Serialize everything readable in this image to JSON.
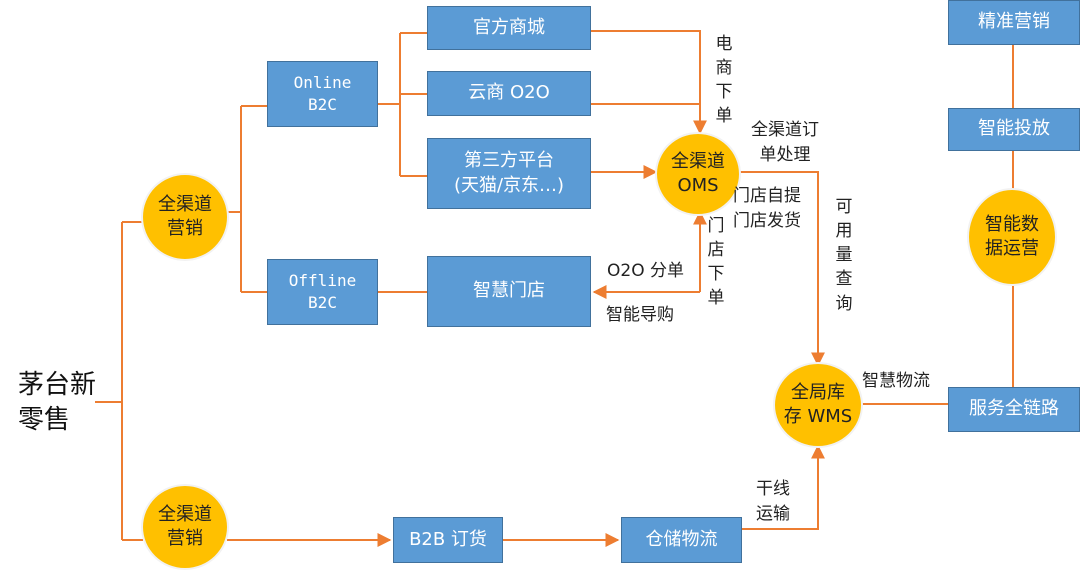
{
  "root": "茅台新\n零售",
  "nodes": {
    "channel_top": "全渠道\n营销",
    "channel_bottom": "全渠道\n营销",
    "online_b2c": "Online\nB2C",
    "offline_b2c": "Offline\nB2C",
    "official_mall": "官方商城",
    "cloud_o2o": "云商 O2O",
    "third_party": "第三方平台\n(天猫/京东…)",
    "smart_store": "智慧门店",
    "oms": "全渠道\nOMS",
    "wms": "全局库\n存 WMS",
    "b2b": "B2B 订货",
    "warehouse": "仓储物流",
    "precision_marketing": "精准营销",
    "smart_delivery": "智能投放",
    "smart_data_ops": "智能数\n据运营",
    "full_chain": "服务全链路"
  },
  "labels": {
    "ecommerce_order": "电商下单",
    "store_order": "门店下单",
    "omni_order_processing": "全渠道订\n单处理",
    "store_pickup": "门店自提\n门店发货",
    "availability_query": "可用量查询",
    "o2o_split": "O2O 分单",
    "smart_guide": "智能导购",
    "smart_logistics": "智慧物流",
    "trunk_transport": "干线\n运输"
  }
}
